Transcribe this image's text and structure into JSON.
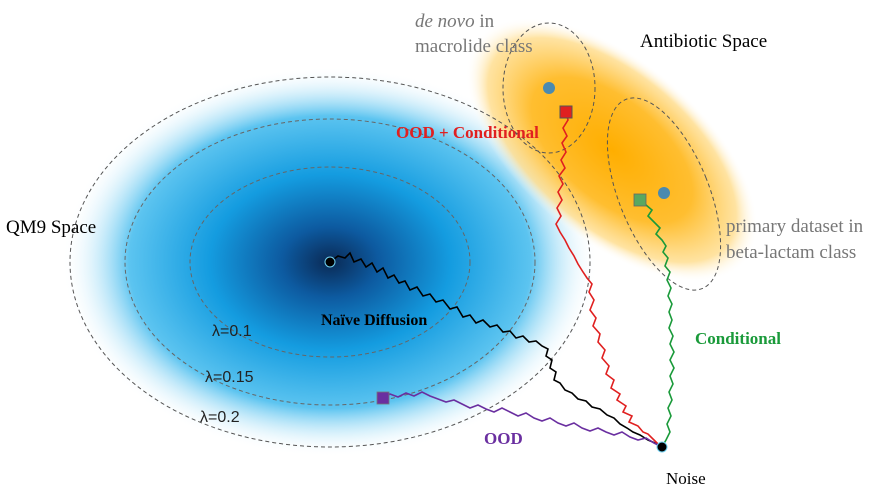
{
  "labels": {
    "antibiotic_space": "Antibiotic Space",
    "de_novo_italic": "de novo",
    "de_novo_rest": " in",
    "macrolide_class": "macrolide class",
    "primary_dataset_line1": "primary dataset in",
    "primary_dataset_line2": "beta-lactam class",
    "qm9_space": "QM9 Space",
    "lambda_01": "λ=0.1",
    "lambda_015": "λ=0.15",
    "lambda_02": "λ=0.2",
    "naive_diffusion": "Naïve Diffusion",
    "ood_conditional": "OOD + Conditional",
    "conditional": "Conditional",
    "ood": "OOD",
    "noise": "Noise"
  },
  "colors": {
    "qm9_blue": "#1aa0e8",
    "qm9_center": "#0a3a66",
    "antibiotic_orange": "#ffb000",
    "ood_conditional_red": "#e02020",
    "conditional_green": "#1a9a3a",
    "ood_purple": "#6a2fa0",
    "naive_black": "#000000",
    "macrolide_point": "#4a8ab0",
    "beta_lactam_point": "#4a8ab0",
    "muted_text": "#777777"
  }
}
